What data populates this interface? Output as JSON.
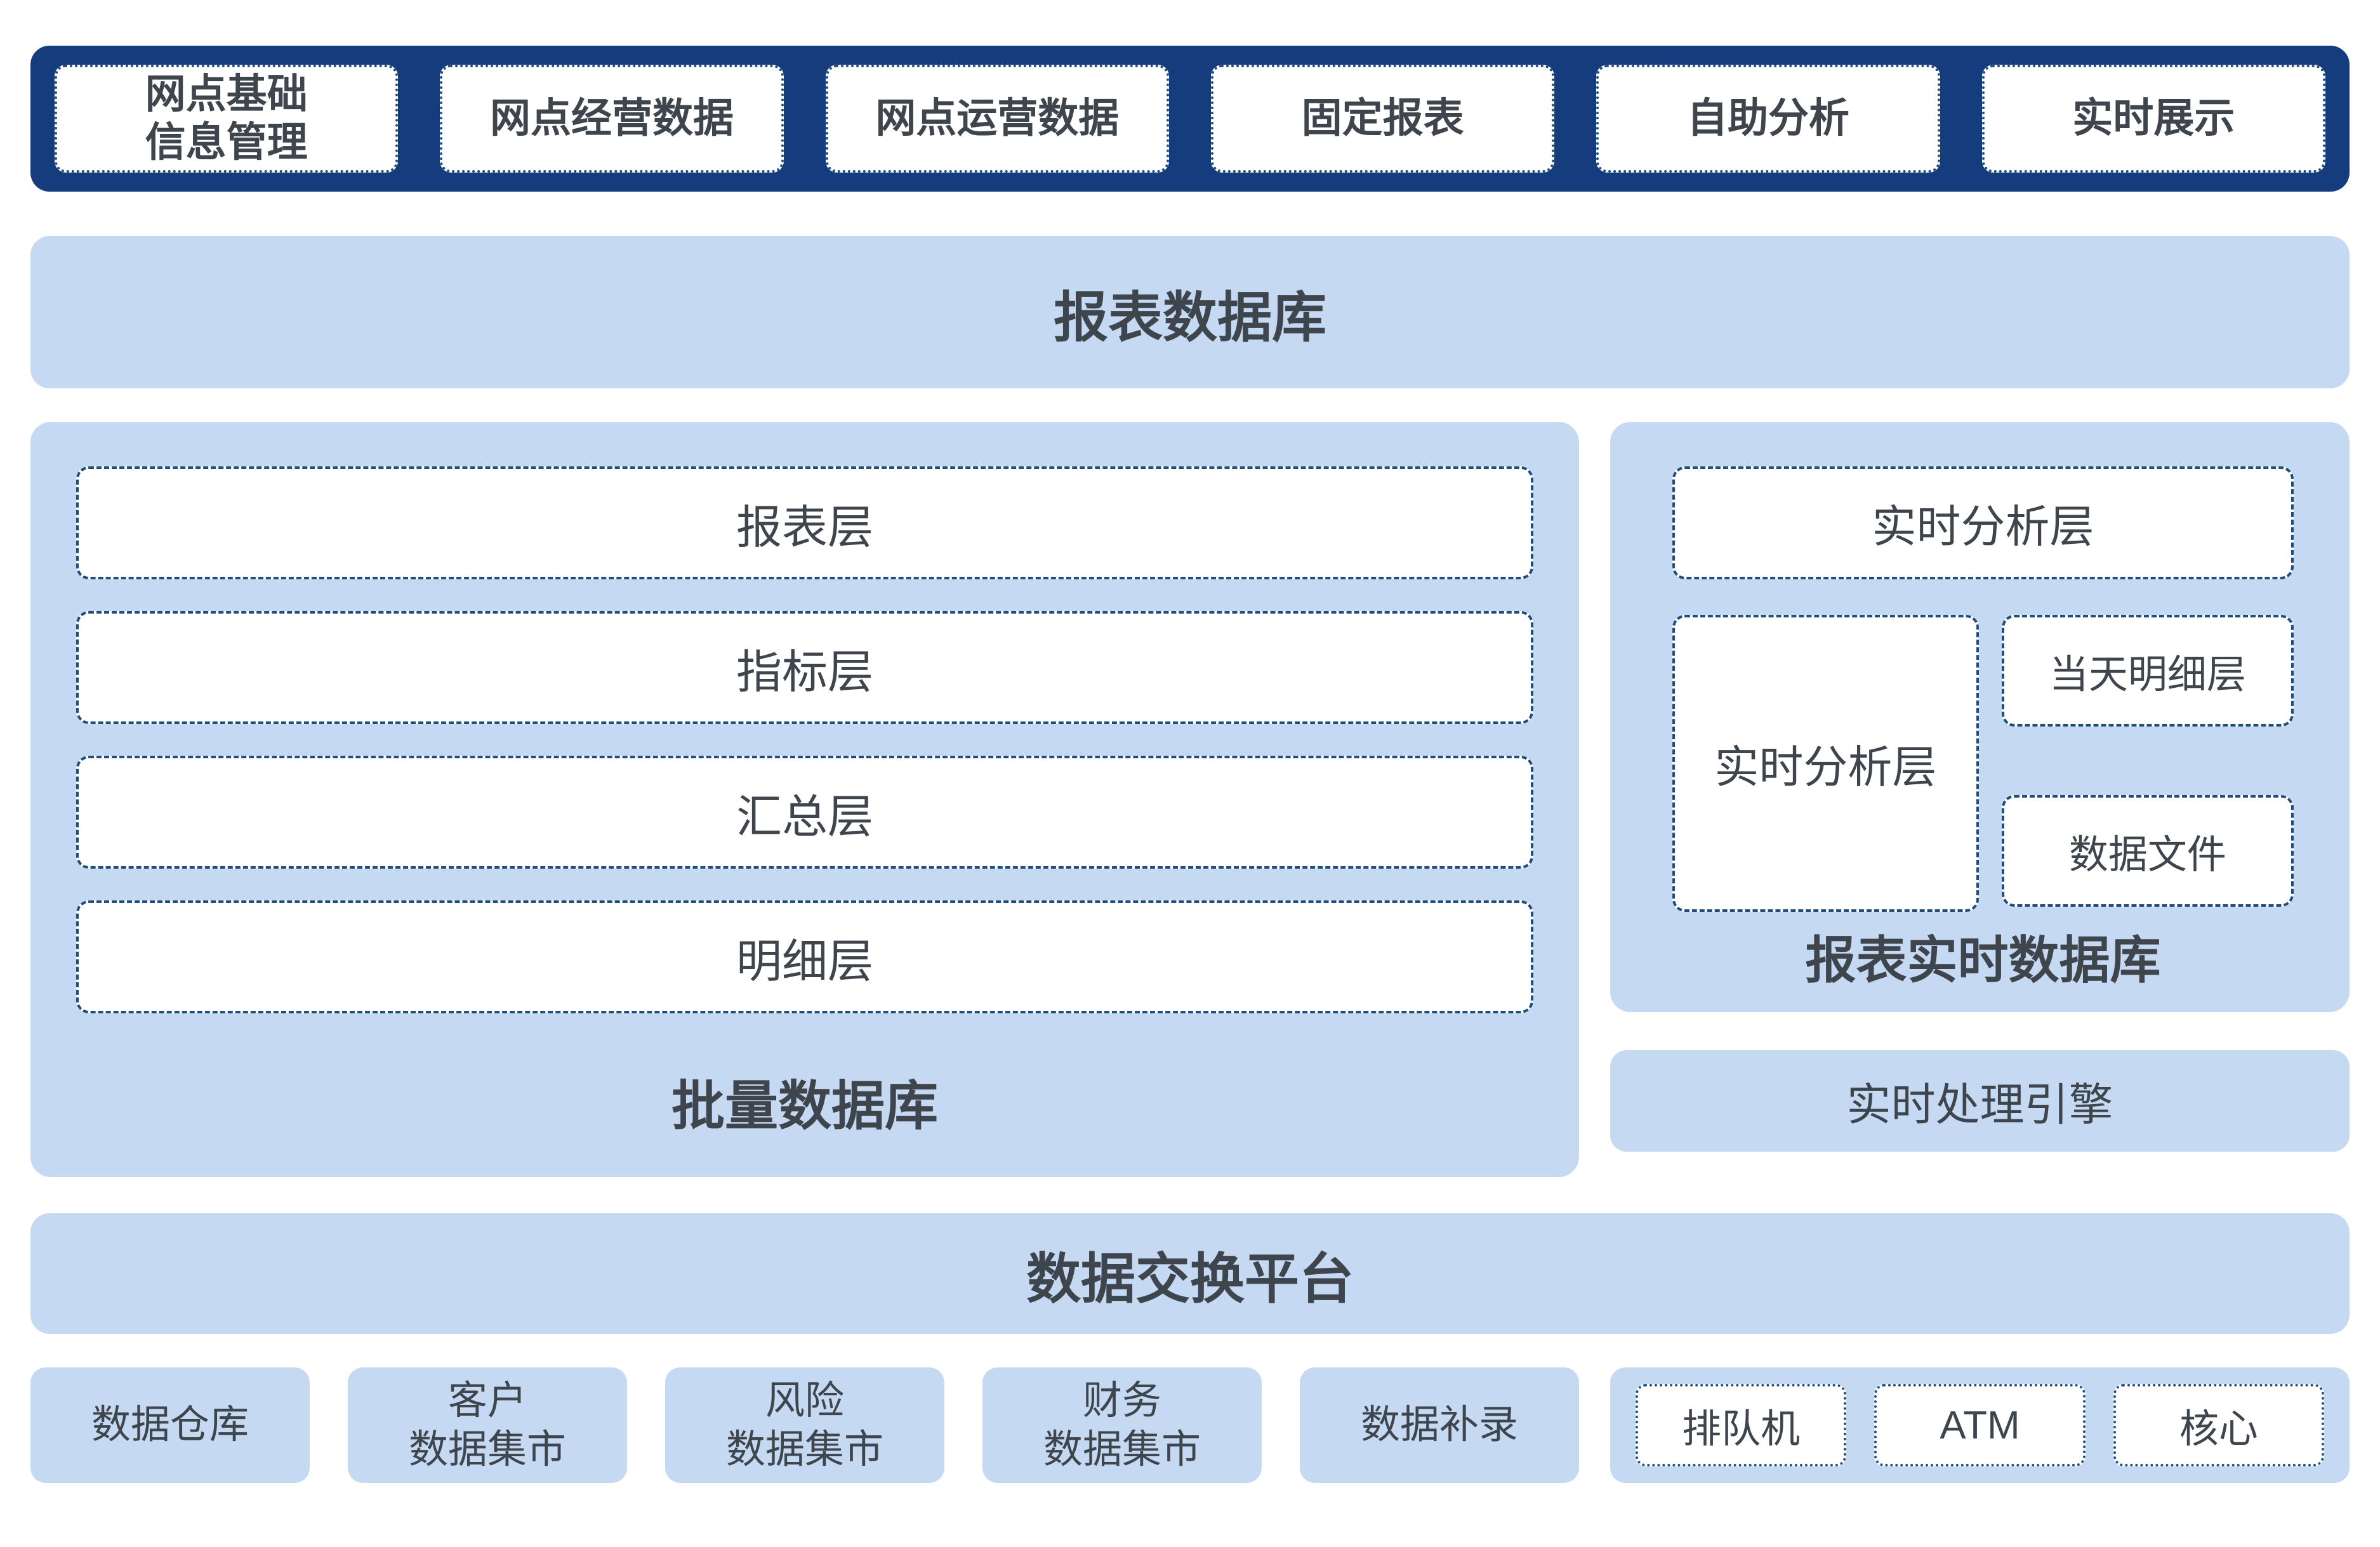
{
  "colors": {
    "navy": "#153C7C",
    "light_blue": "#C6D9F2",
    "box_border": "#1E4E79",
    "text": "#3F454C",
    "box_fill": "#FFFFFF"
  },
  "top_bar": {
    "items": [
      {
        "label": "网点基础\n信息管理"
      },
      {
        "label": "网点经营数据"
      },
      {
        "label": "网点运营数据"
      },
      {
        "label": "固定报表"
      },
      {
        "label": "自助分析"
      },
      {
        "label": "实时展示"
      }
    ]
  },
  "report_db": {
    "title": "报表数据库"
  },
  "batch_db": {
    "title": "批量数据库",
    "layers": [
      {
        "label": "报表层"
      },
      {
        "label": "指标层"
      },
      {
        "label": "汇总层"
      },
      {
        "label": "明细层"
      }
    ]
  },
  "realtime_db": {
    "title": "报表实时数据库",
    "top_layer": "实时分析层",
    "left_layer": "实时分析层",
    "right_layers": [
      "当天明细层",
      "数据文件"
    ]
  },
  "engine": {
    "title": "实时处理引擎"
  },
  "exchange": {
    "title": "数据交换平台"
  },
  "sources": {
    "items": [
      {
        "label": "数据仓库"
      },
      {
        "label": "客户\n数据集市"
      },
      {
        "label": "风险\n数据集市"
      },
      {
        "label": "财务\n数据集市"
      },
      {
        "label": "数据补录"
      }
    ]
  },
  "channels": {
    "items": [
      {
        "label": "排队机"
      },
      {
        "label": "ATM"
      },
      {
        "label": "核心"
      }
    ]
  }
}
